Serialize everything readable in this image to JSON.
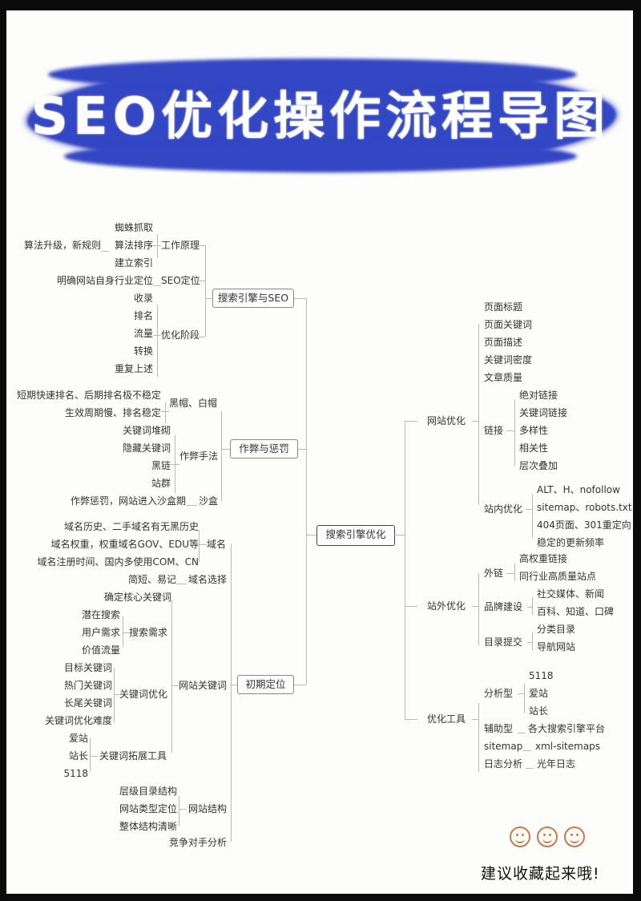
{
  "title": "SEO优化操作流程导图",
  "colors": {
    "banner": "#3346c4",
    "line": "#b8b8b8",
    "text": "#333333",
    "smiley": "#c77a4a"
  },
  "center": "搜索引擎优化",
  "left": {
    "search_seo": {
      "label": "搜索引擎与SEO",
      "work_principle": {
        "label": "工作原理",
        "items": [
          "蜘蛛抓取",
          "算法排序",
          "建立索引"
        ],
        "algo_note": "算法升级，新规则"
      },
      "seo_position": {
        "label": "SEO定位",
        "note": "明确网站自身行业定位"
      },
      "stages": {
        "label": "优化阶段",
        "items": [
          "收录",
          "排名",
          "流量",
          "转换",
          "重复上述"
        ]
      }
    },
    "cheat": {
      "label": "作弊与惩罚",
      "hats": {
        "label": "黑帽、白帽",
        "items": [
          "短期快速排名、后期排名极不稳定",
          "生效周期慢、排名稳定"
        ]
      },
      "methods": {
        "label": "作弊手法",
        "items": [
          "关键词堆砌",
          "隐藏关键词",
          "黑链",
          "站群"
        ]
      },
      "sandbox": {
        "label": "沙盒",
        "note": "作弊惩罚，网站进入沙盒期"
      }
    },
    "initial": {
      "label": "初期定位",
      "domain": {
        "label": "域名",
        "items": [
          "域名历史、二手域名有无黑历史",
          "域名权重，权重域名GOV、EDU等",
          "域名注册时间、国内多使用COM、CN"
        ]
      },
      "domain_choice": {
        "label": "域名选择",
        "note": "简短、易记"
      },
      "site_keywords": {
        "label": "网站关键词",
        "core": "确定核心关键词",
        "demand": {
          "label": "搜索需求",
          "items": [
            "潜在搜索",
            "用户需求",
            "价值流量"
          ]
        },
        "kw_opt": {
          "label": "关键词优化",
          "items": [
            "目标关键词",
            "热门关键词",
            "长尾关键词",
            "关键词优化难度"
          ]
        },
        "kw_tools": {
          "label": "关键词拓展工具",
          "items": [
            "爱站",
            "站长",
            "5118"
          ]
        }
      },
      "structure": {
        "label": "网站结构",
        "items": [
          "层级目录结构",
          "网站类型定位",
          "整体结构清晰"
        ]
      },
      "competitor": "竞争对手分析"
    }
  },
  "right": {
    "onsite": {
      "label": "网站优化",
      "items": [
        "页面标题",
        "页面关键词",
        "页面描述",
        "关键词密度",
        "文章质量"
      ],
      "links": {
        "label": "链接",
        "items": [
          "绝对链接",
          "关键词链接",
          "多样性",
          "相关性",
          "层次叠加"
        ]
      },
      "internal": {
        "label": "站内优化",
        "items": [
          "ALT、H、nofollow",
          "sitemap、robots.txt",
          "404页面、301重定向",
          "稳定的更新频率"
        ]
      }
    },
    "offsite": {
      "label": "站外优化",
      "backlinks": {
        "label": "外链",
        "items": [
          "高权重链接",
          "同行业高质量站点"
        ]
      },
      "brand": {
        "label": "品牌建设",
        "items": [
          "社交媒体、新闻",
          "百科、知道、口碑"
        ]
      },
      "directory": {
        "label": "目录提交",
        "items": [
          "分类目录",
          "导航网站"
        ]
      }
    },
    "tools": {
      "label": "优化工具",
      "analysis": {
        "label": "分析型",
        "items": [
          "5118",
          "爱站",
          "站长"
        ]
      },
      "assist": {
        "label": "辅助型",
        "note": "各大搜索引擎平台"
      },
      "sitemap": {
        "label": "sitemap",
        "note": "xml-sitemaps"
      },
      "log": {
        "label": "日志分析",
        "note": "光年日志"
      }
    }
  },
  "footer": {
    "smiley_count": 3,
    "text": "建议收藏起来哦!"
  }
}
